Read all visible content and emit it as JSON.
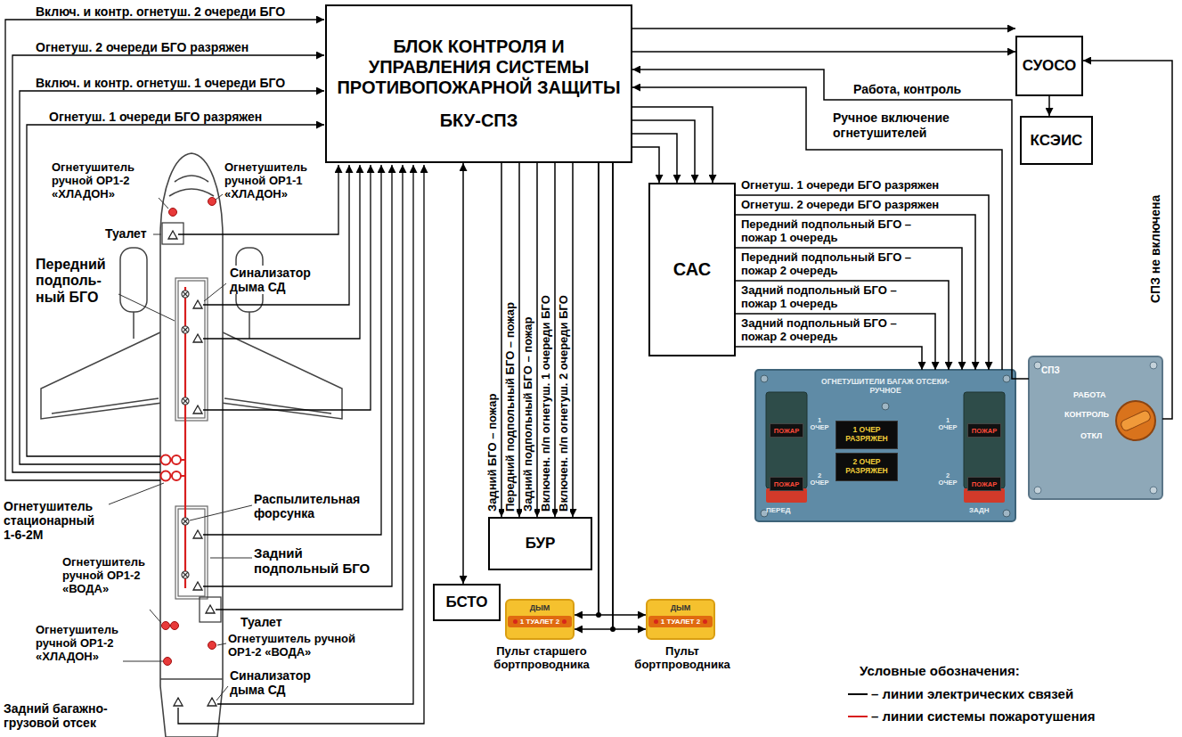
{
  "diagram": {
    "nodes": [
      {
        "text": [
          "БЛОК КОНТРОЛЯ И УПРАВЛЕНИЯ СИСТЕМЫ ПРОТИВОПОЖАРНОЙ ЗАЩИТЫ",
          "БКУ-СПЗ"
        ]
      },
      {
        "text": [
          "СУОСО"
        ]
      },
      {
        "text": [
          "КСЭИС"
        ]
      },
      {
        "text": [
          "САС"
        ]
      },
      {
        "text": [
          "ОГНЕТУШИТЕЛИ БАГАЖ ОТСЕКИ-РУЧНОЕ"
        ]
      },
      {
        "text": [
          "1 ОЧЕР РАЗРЯЖЕН"
        ],
        "in": 4
      },
      {
        "text": [
          "2 ОЧЕР РАЗРЯЖЕН"
        ],
        "in": 4
      },
      {
        "text": [
          "ПОЖАР"
        ],
        "in": 4
      },
      {
        "text": [
          "ПОЖАР"
        ],
        "in": 4
      },
      {
        "text": [
          "ПОЖАР"
        ],
        "in": 4
      },
      {
        "text": [
          "ПОЖАР"
        ],
        "in": 4
      },
      {
        "text": [
          "СПЗ",
          "РАБОТА",
          "КОНТРОЛЬ",
          "ОТКЛ"
        ]
      },
      {
        "text": [
          "БУР"
        ]
      },
      {
        "text": [
          "БСТО"
        ]
      },
      {
        "text": [
          "ДЫМ",
          "1 ТУАЛЕТ 2",
          "Пульт старшего бортпроводника"
        ]
      },
      {
        "text": [
          "ДЫМ",
          "1 ТУАЛЕТ 2",
          "Пульт бортпроводника"
        ]
      }
    ],
    "edges": [
      {
        "from": 0,
        "to": 1,
        "arrow": "to"
      },
      {
        "from": 0,
        "to": 1,
        "arrow": "to"
      },
      {
        "from": 11,
        "to": 0,
        "arrow": "to",
        "label": "Работа, контроль"
      },
      {
        "from": 4,
        "to": 0,
        "arrow": "to",
        "label": "Ручное включение огнетушителей"
      },
      {
        "from": 11,
        "to": 1,
        "arrow": "to",
        "label": "СПЗ не включена"
      },
      {
        "from": 1,
        "to": 2,
        "arrow": "to"
      },
      {
        "from": 0,
        "to": 3,
        "arrow": "to"
      },
      {
        "from": 0,
        "to": 3,
        "arrow": "to"
      },
      {
        "from": 0,
        "to": 3,
        "arrow": "to"
      },
      {
        "from": 0,
        "to": 3,
        "arrow": "to"
      },
      {
        "from": 3,
        "to": 4,
        "arrow": "to",
        "label": "Огнетуш. 1 очереди БГО разряжен"
      },
      {
        "from": 3,
        "to": 4,
        "arrow": "to",
        "label": "Огнетуш. 2 очереди БГО разряжен"
      },
      {
        "from": 3,
        "to": 4,
        "arrow": "to",
        "label": "Передний подпольный БГО – пожар 1 очередь"
      },
      {
        "from": 3,
        "to": 4,
        "arrow": "to",
        "label": "Передний подпольный БГО – пожар 2 очередь"
      },
      {
        "from": 3,
        "to": 4,
        "arrow": "to",
        "label": "Задний подпольный БГО – пожар 1 очередь"
      },
      {
        "from": 3,
        "to": 4,
        "arrow": "to",
        "label": "Задний подпольный БГО – пожар 2 очередь"
      },
      {
        "from": 0,
        "to": 12,
        "arrow": "to",
        "label": "Задний БГО – пожар"
      },
      {
        "from": 0,
        "to": 12,
        "arrow": "to",
        "label": "Передний подпольный БГО – пожар"
      },
      {
        "from": 0,
        "to": 12,
        "arrow": "to",
        "label": "Задний подпольный БГО – пожар"
      },
      {
        "from": 0,
        "to": 12,
        "arrow": "to",
        "label": "Включен. п/п огнетуш. 1 очереди БГО"
      },
      {
        "from": 0,
        "to": 12,
        "arrow": "to",
        "label": "Включен. п/п огнетуш. 2 очереди БГО"
      },
      {
        "from": 0,
        "to": 13,
        "arrow": "both"
      },
      {
        "from": 0,
        "to": 14,
        "arrow": "to"
      },
      {
        "from": 0,
        "to": 15,
        "arrow": "to"
      },
      {
        "from": 0,
        "to": 14,
        "arrow": "to"
      },
      {
        "from": 0,
        "to": 15,
        "arrow": "to"
      }
    ],
    "labels": [
      "Включ. и контр. огнетуш. 2 очереди БГО",
      "Огнетуш. 2 очереди БГО разряжен",
      "Включ. и контр. огнетуш. 1 очереди БГО",
      "Огнетуш. 1 очереди БГО разряжен",
      "Огнетушитель ручной ОР1-2 «ХЛАДОН»",
      "Огнетушитель ручной ОР1-1 «ХЛАДОН»",
      "Туалет",
      "Передний подполь- ный БГО",
      "Синализатор дыма СД",
      "Огнетушитель стационарный 1-6-2М",
      "Распылительная форсунка",
      "Задний подпольный БГО",
      "Огнетушитель ручной ОР1-2 «ВОДА»",
      "Туалет",
      "Огнетушитель ручной ОР1-2 «ВОДА»",
      "Огнетушитель ручной ОР1-2 «ХЛАДОН»",
      "Синализатор дыма СД",
      "Задний багажно- грузовой отсек",
      "1 ОЧЕР",
      "2 ОЧЕР",
      "1 ОЧЕР",
      "2 ОЧЕР",
      "ПЕРЕД",
      "ЗАДН",
      "Условные обозначения:"
    ],
    "legend": [
      {
        "text": "– линии электрических связей"
      },
      {
        "text": "– линии системы пожаротушения"
      }
    ]
  }
}
